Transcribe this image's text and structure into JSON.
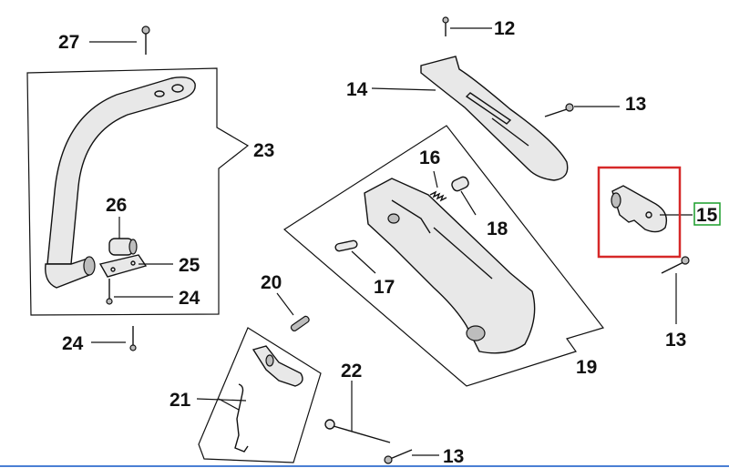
{
  "diagram": {
    "labels": {
      "p12": "12",
      "p13a": "13",
      "p13b": "13",
      "p13c": "13",
      "p14": "14",
      "p15": "15",
      "p16": "16",
      "p17": "17",
      "p18": "18",
      "p19": "19",
      "p20": "20",
      "p21": "21",
      "p22": "22",
      "p23": "23",
      "p24a": "24",
      "p24b": "24",
      "p25": "25",
      "p26": "26",
      "p27": "27"
    },
    "highlight": {
      "box_color": "#d62828",
      "label_box_color": "#1a9e2a"
    },
    "footer_line_color": "#4a7fd4"
  }
}
